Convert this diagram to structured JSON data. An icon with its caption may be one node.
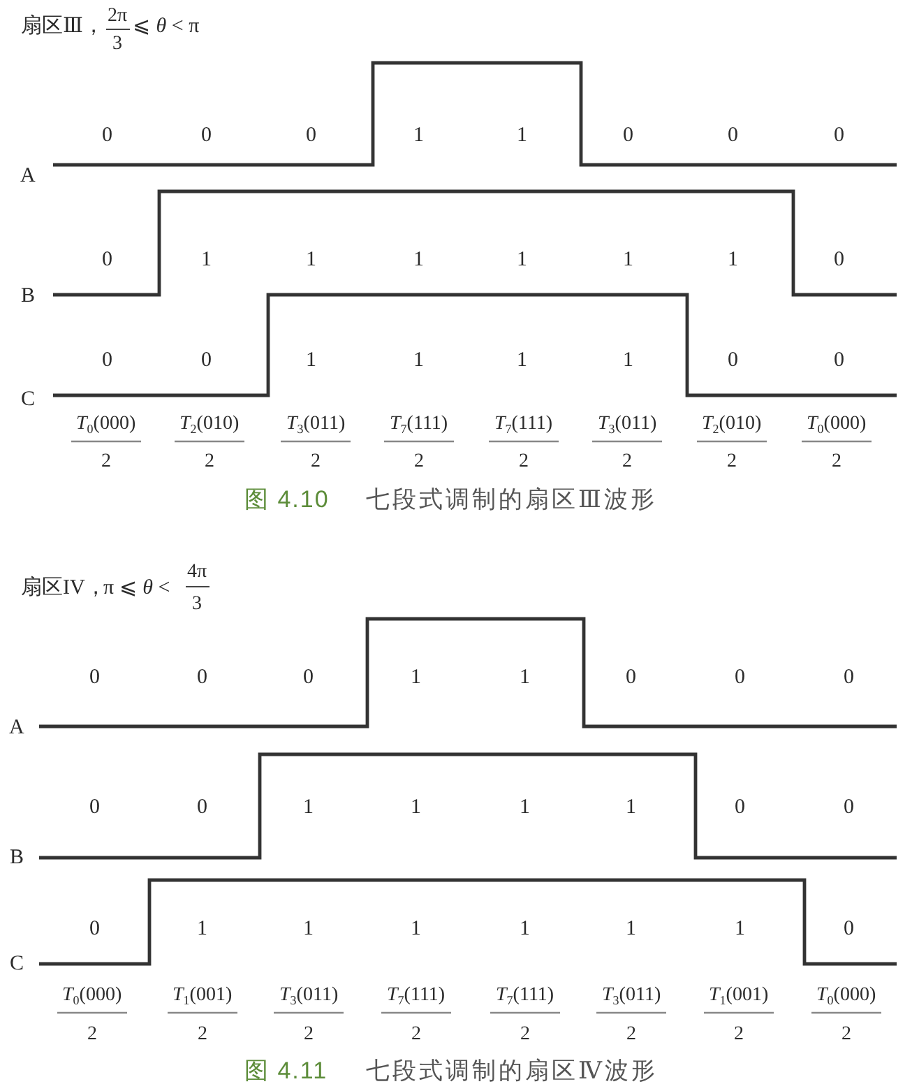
{
  "diagram": {
    "labels": [
      "扇区Ⅲ，",
      "2π",
      "3",
      "⩽ *θ* < π",
      "0",
      "0",
      "0",
      "1",
      "1",
      "0",
      "0",
      "0",
      "A",
      "0",
      "1",
      "1",
      "1",
      "1",
      "1",
      "1",
      "0",
      "B",
      "0",
      "0",
      "1",
      "1",
      "1",
      "1",
      "0",
      "0",
      "C",
      "*T*$_{0}$(000)",
      "2",
      "*T*$_{2}$(010)",
      "2",
      "*T*$_{3}$(011)",
      "2",
      "*T*$_{7}$(111)",
      "2",
      "*T*$_{7}$(111)",
      "2",
      "*T*$_{3}$(011)",
      "2",
      "*T*$_{2}$(010)",
      "2",
      "*T*$_{0}$(000)",
      "2",
      "图 4.10",
      "七段式调制的扇区Ⅲ波形",
      "扇区IV，",
      "π ⩽ *θ* <",
      "4π",
      "3",
      "0",
      "0",
      "0",
      "1",
      "1",
      "0",
      "0",
      "0",
      "A",
      "0",
      "0",
      "1",
      "1",
      "1",
      "1",
      "0",
      "0",
      "B",
      "0",
      "1",
      "1",
      "1",
      "1",
      "1",
      "1",
      "0",
      "C",
      "*T*$_{0}$(000)",
      "2",
      "*T*$_{1}$(001)",
      "2",
      "*T*$_{3}$(011)",
      "2",
      "*T*$_{7}$(111)",
      "2",
      "*T*$_{7}$(111)",
      "2",
      "*T*$_{3}$(011)",
      "2",
      "*T*$_{1}$(001)",
      "2",
      "*T*$_{0}$(000)",
      "2",
      "图 4.11",
      "七段式调制的扇区Ⅳ波形"
    ]
  }
}
